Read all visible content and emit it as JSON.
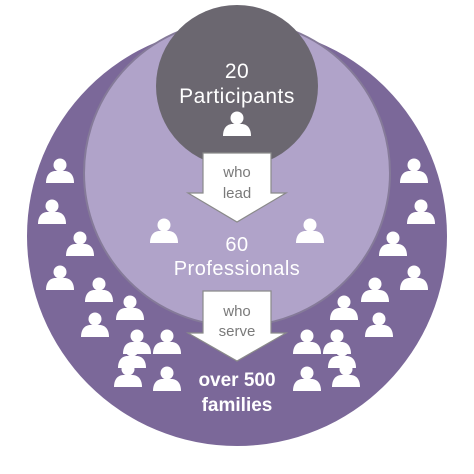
{
  "participants": {
    "count": "20",
    "label": "Participants"
  },
  "arrow1": {
    "line1": "who",
    "line2": "lead"
  },
  "professionals": {
    "count": "60",
    "label": "Professionals"
  },
  "arrow2": {
    "line1": "who",
    "line2": "serve"
  },
  "families": {
    "line1": "over 500",
    "line2": "families"
  },
  "colors": {
    "outer": "#7b6899",
    "middle": "#b0a3c9",
    "inner": "#6b6770",
    "arrow": "#ffffff",
    "icon": "#ffffff"
  },
  "icons": {
    "person": "person-icon"
  }
}
